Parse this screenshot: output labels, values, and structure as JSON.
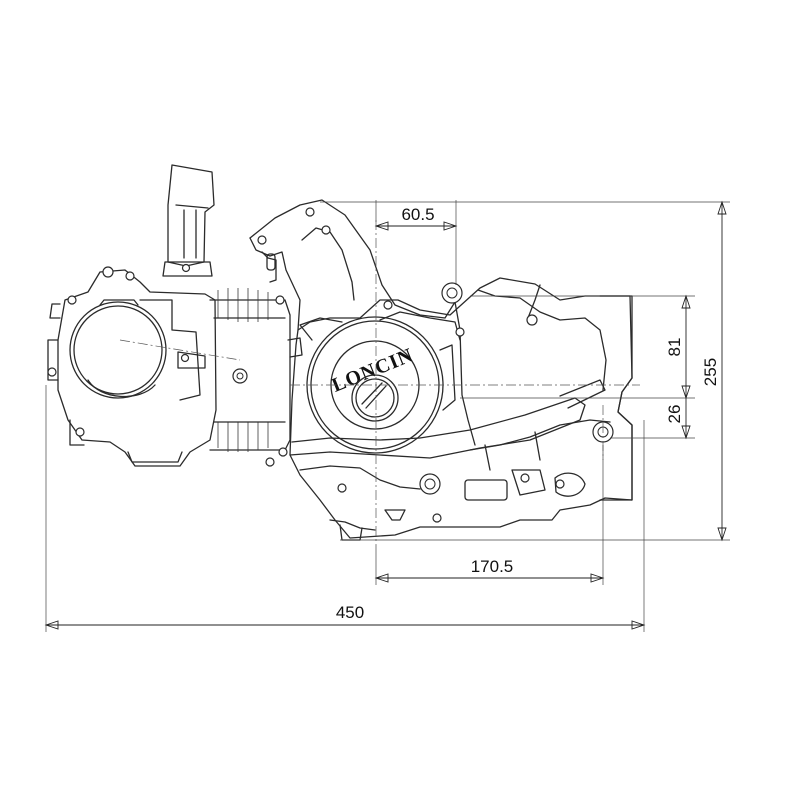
{
  "brand": {
    "logo_text": "LONCIN"
  },
  "dimensions": {
    "overall_length": "450",
    "overall_height": "255",
    "top_offset": "60.5",
    "horizontal_shaft": "170.5",
    "vertical_upper": "81",
    "vertical_lower": "26"
  }
}
